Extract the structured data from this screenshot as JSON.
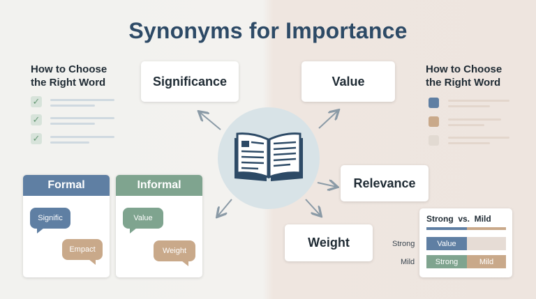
{
  "title": "Synonyms for Importance",
  "left_guide": {
    "heading_line1": "How to Choose",
    "heading_line2": "the Right Word",
    "checks": [
      "✓",
      "✓",
      "✓"
    ]
  },
  "right_guide": {
    "heading_line1": "How to Choose",
    "heading_line2": "the Right Word",
    "colors": [
      "#5f7fa3",
      "#c9a98a",
      "#e2dad2"
    ]
  },
  "hub": {
    "icon": "open-book-icon",
    "color": "#d8e3e7"
  },
  "synonyms": {
    "significance": "Significance",
    "value": "Value",
    "relevance": "Relevance",
    "weight": "Weight"
  },
  "formal_panel": {
    "header": "Formal",
    "header_color": "#5f7fa3",
    "bubble1": "Signific",
    "bubble2": "Empact"
  },
  "informal_panel": {
    "header": "Informal",
    "header_color": "#7fa48f",
    "bubble1": "Value",
    "bubble2": "Weight"
  },
  "strength_scale": {
    "title": "Strong  vs.  Mild",
    "strong_label": "Strong",
    "mild_label": "Mild",
    "row1_segment": "Value",
    "row2_left": "Strong",
    "row2_right": "Mild",
    "colors": {
      "strong": "#5f7fa3",
      "green": "#7fa48f",
      "mild": "#c9a98a",
      "empty": "#e6dcd5"
    }
  },
  "colors": {
    "title": "#2d4a66",
    "arrow": "#8a9aa6",
    "blue": "#5f7fa3",
    "green": "#7fa48f",
    "tan": "#c9a98a"
  }
}
